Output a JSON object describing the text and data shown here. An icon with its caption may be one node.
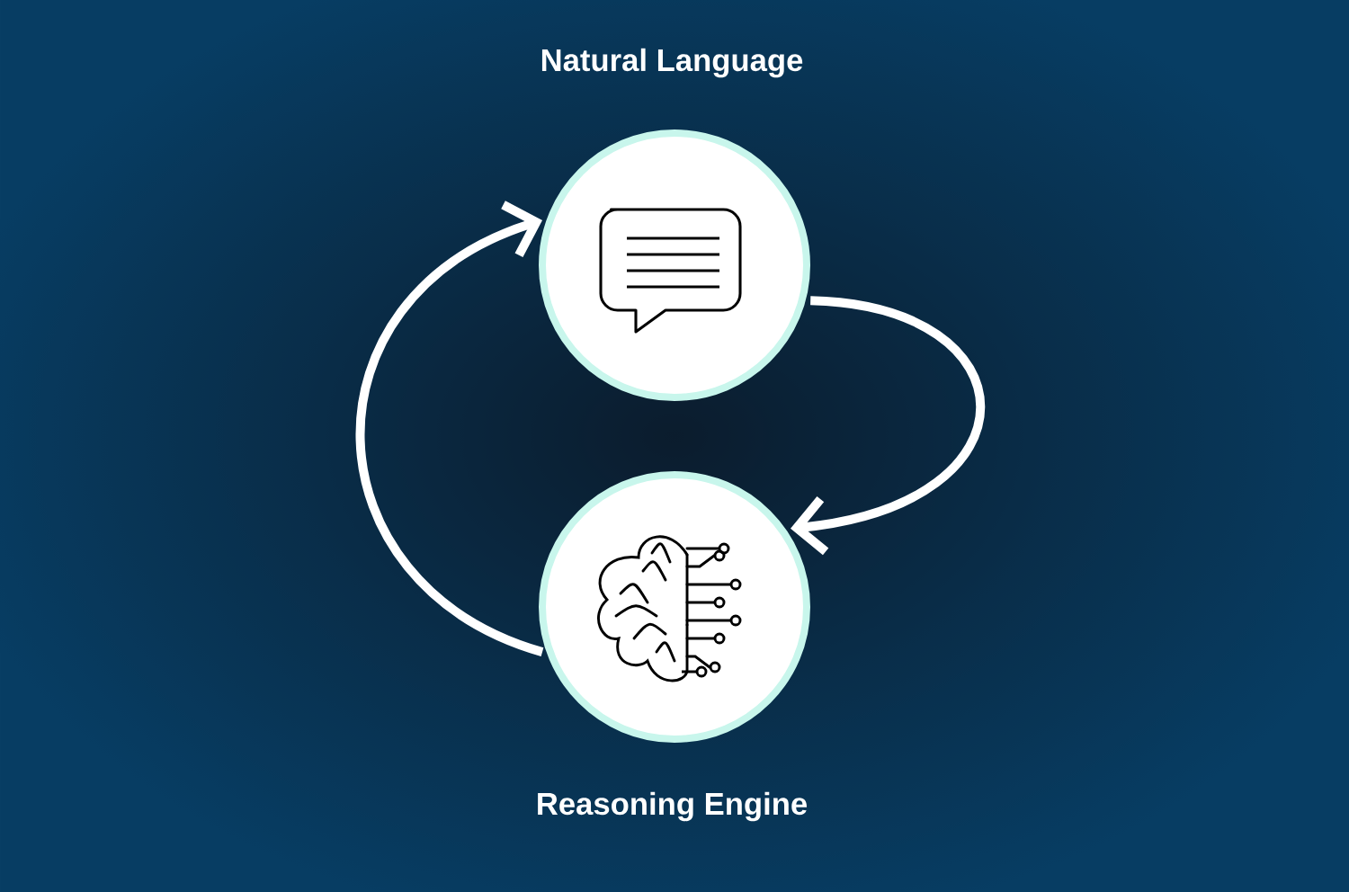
{
  "diagram": {
    "nodes": [
      {
        "text": [
          "Natural Language"
        ]
      },
      {
        "text": [
          "Reasoning Engine"
        ]
      }
    ],
    "edges": [
      {
        "from": 0,
        "to": 1,
        "arrow": "to"
      },
      {
        "from": 1,
        "to": 0,
        "arrow": "to"
      }
    ]
  }
}
